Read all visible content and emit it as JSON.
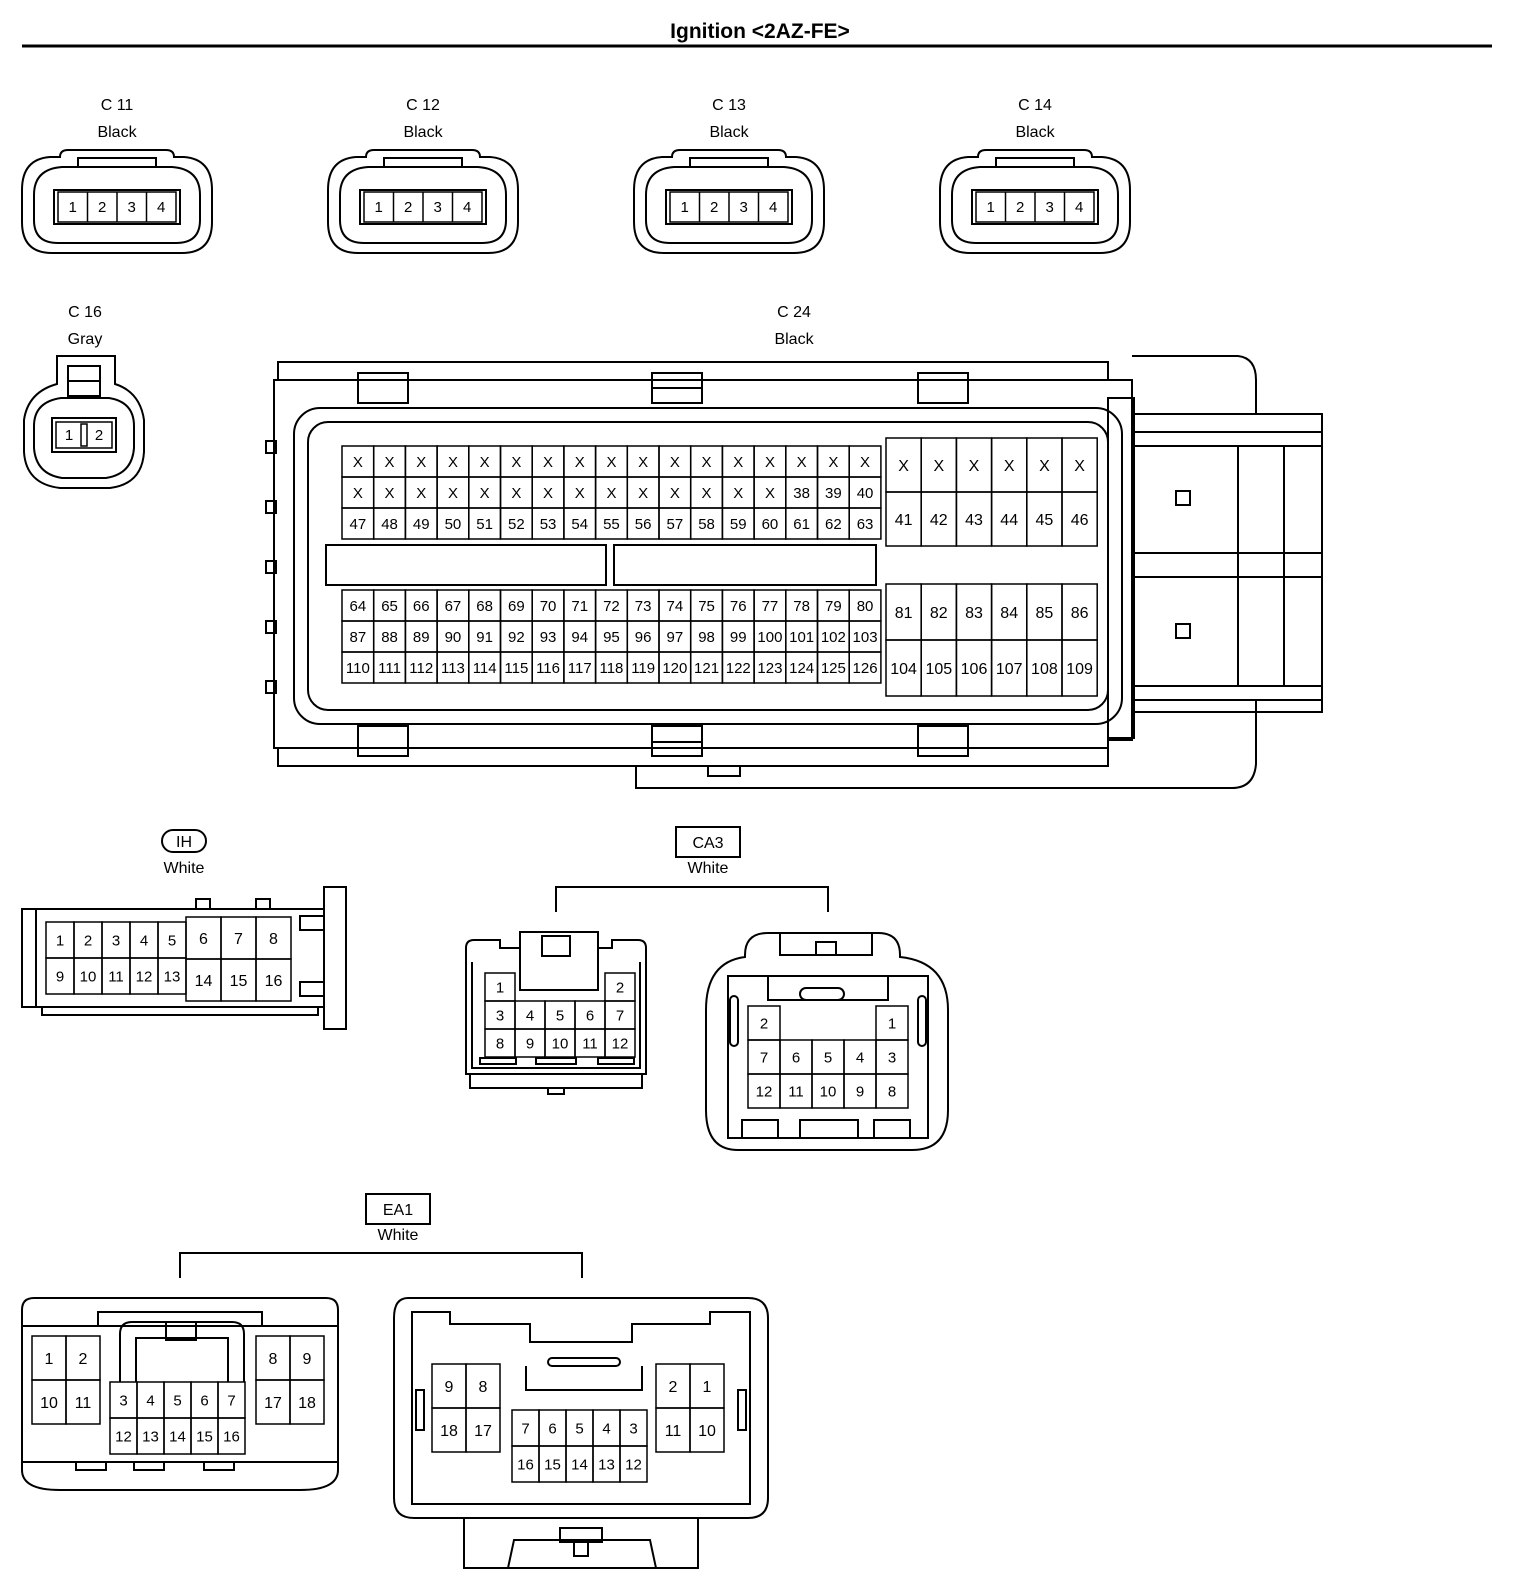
{
  "title": "Ignition <2AZ-FE>",
  "connectors": {
    "c11": {
      "code": "C 11",
      "color": "Black",
      "pins": [
        "1",
        "2",
        "3",
        "4"
      ]
    },
    "c12": {
      "code": "C 12",
      "color": "Black",
      "pins": [
        "1",
        "2",
        "3",
        "4"
      ]
    },
    "c13": {
      "code": "C 13",
      "color": "Black",
      "pins": [
        "1",
        "2",
        "3",
        "4"
      ]
    },
    "c14": {
      "code": "C 14",
      "color": "Black",
      "pins": [
        "1",
        "2",
        "3",
        "4"
      ]
    },
    "c16": {
      "code": "C 16",
      "color": "Gray",
      "pins": [
        "1",
        "2"
      ]
    },
    "c24": {
      "code": "C 24",
      "color": "Black",
      "upper_left": [
        [
          "X",
          "X",
          "X",
          "X",
          "X",
          "X",
          "X",
          "X",
          "X",
          "X",
          "X",
          "X",
          "X",
          "X",
          "X",
          "X",
          "X"
        ],
        [
          "X",
          "X",
          "X",
          "X",
          "X",
          "X",
          "X",
          "X",
          "X",
          "X",
          "X",
          "X",
          "X",
          "X",
          "38",
          "39",
          "40"
        ],
        [
          "47",
          "48",
          "49",
          "50",
          "51",
          "52",
          "53",
          "54",
          "55",
          "56",
          "57",
          "58",
          "59",
          "60",
          "61",
          "62",
          "63"
        ]
      ],
      "upper_right": [
        [
          "X",
          "X",
          "X",
          "X",
          "X",
          "X"
        ],
        [
          "41",
          "42",
          "43",
          "44",
          "45",
          "46"
        ]
      ],
      "lower_left": [
        [
          "64",
          "65",
          "66",
          "67",
          "68",
          "69",
          "70",
          "71",
          "72",
          "73",
          "74",
          "75",
          "76",
          "77",
          "78",
          "79",
          "80"
        ],
        [
          "87",
          "88",
          "89",
          "90",
          "91",
          "92",
          "93",
          "94",
          "95",
          "96",
          "97",
          "98",
          "99",
          "100",
          "101",
          "102",
          "103"
        ],
        [
          "110",
          "111",
          "112",
          "113",
          "114",
          "115",
          "116",
          "117",
          "118",
          "119",
          "120",
          "121",
          "122",
          "123",
          "124",
          "125",
          "126"
        ]
      ],
      "lower_right": [
        [
          "81",
          "82",
          "83",
          "84",
          "85",
          "86"
        ],
        [
          "104",
          "105",
          "106",
          "107",
          "108",
          "109"
        ]
      ]
    },
    "ih": {
      "code": "IH",
      "color": "White",
      "left_rows": [
        [
          "1",
          "2",
          "3",
          "4",
          "5"
        ],
        [
          "9",
          "10",
          "11",
          "12",
          "13"
        ]
      ],
      "right_rows": [
        [
          "6",
          "7",
          "8"
        ],
        [
          "14",
          "15",
          "16"
        ]
      ]
    },
    "ca3": {
      "code": "CA3",
      "color": "White",
      "left": {
        "row1": [
          "1",
          "2"
        ],
        "row2": [
          "3",
          "4",
          "5",
          "6",
          "7"
        ],
        "row3": [
          "8",
          "9",
          "10",
          "11",
          "12"
        ]
      },
      "right": {
        "row1": [
          "2",
          "1"
        ],
        "row2": [
          "7",
          "6",
          "5",
          "4",
          "3"
        ],
        "row3": [
          "12",
          "11",
          "10",
          "9",
          "8"
        ]
      }
    },
    "ea1": {
      "code": "EA1",
      "color": "White",
      "left": {
        "a": [
          [
            "1",
            "2"
          ],
          [
            "10",
            "11"
          ]
        ],
        "b": [
          [
            "8",
            "9"
          ],
          [
            "17",
            "18"
          ]
        ],
        "c": [
          [
            "3",
            "4",
            "5",
            "6",
            "7"
          ],
          [
            "12",
            "13",
            "14",
            "15",
            "16"
          ]
        ]
      },
      "right": {
        "a": [
          [
            "9",
            "8"
          ],
          [
            "18",
            "17"
          ]
        ],
        "b": [
          [
            "2",
            "1"
          ],
          [
            "11",
            "10"
          ]
        ],
        "c": [
          [
            "7",
            "6",
            "5",
            "4",
            "3"
          ],
          [
            "16",
            "15",
            "14",
            "13",
            "12"
          ]
        ]
      }
    }
  }
}
